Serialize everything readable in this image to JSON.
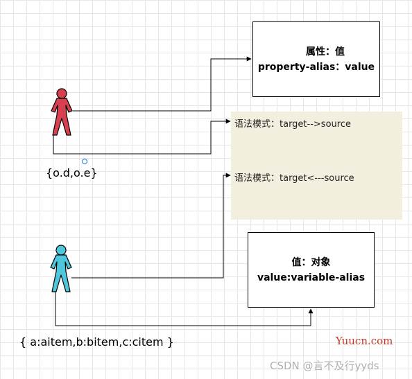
{
  "boxes": {
    "property": {
      "line1": "属性：值",
      "line2": "property-alias：value"
    },
    "value": {
      "line1": "值：对象",
      "line2": "value:variable-alias"
    }
  },
  "syntax": {
    "line1": "语法模式：target-->source",
    "line2": "语法模式：target<---source"
  },
  "labels": {
    "top_actor": "{o.d,o.e}",
    "bottom_actor": "{ a:aitem,b:bitem,c:citem }"
  },
  "actors": [
    {
      "color": "#d9404f",
      "icon": "person-icon"
    },
    {
      "color": "#4fc6dc",
      "icon": "person-icon"
    }
  ],
  "watermarks": {
    "brand": "Yuucn.com",
    "csdn": "CSDN @言不及行yyds"
  }
}
